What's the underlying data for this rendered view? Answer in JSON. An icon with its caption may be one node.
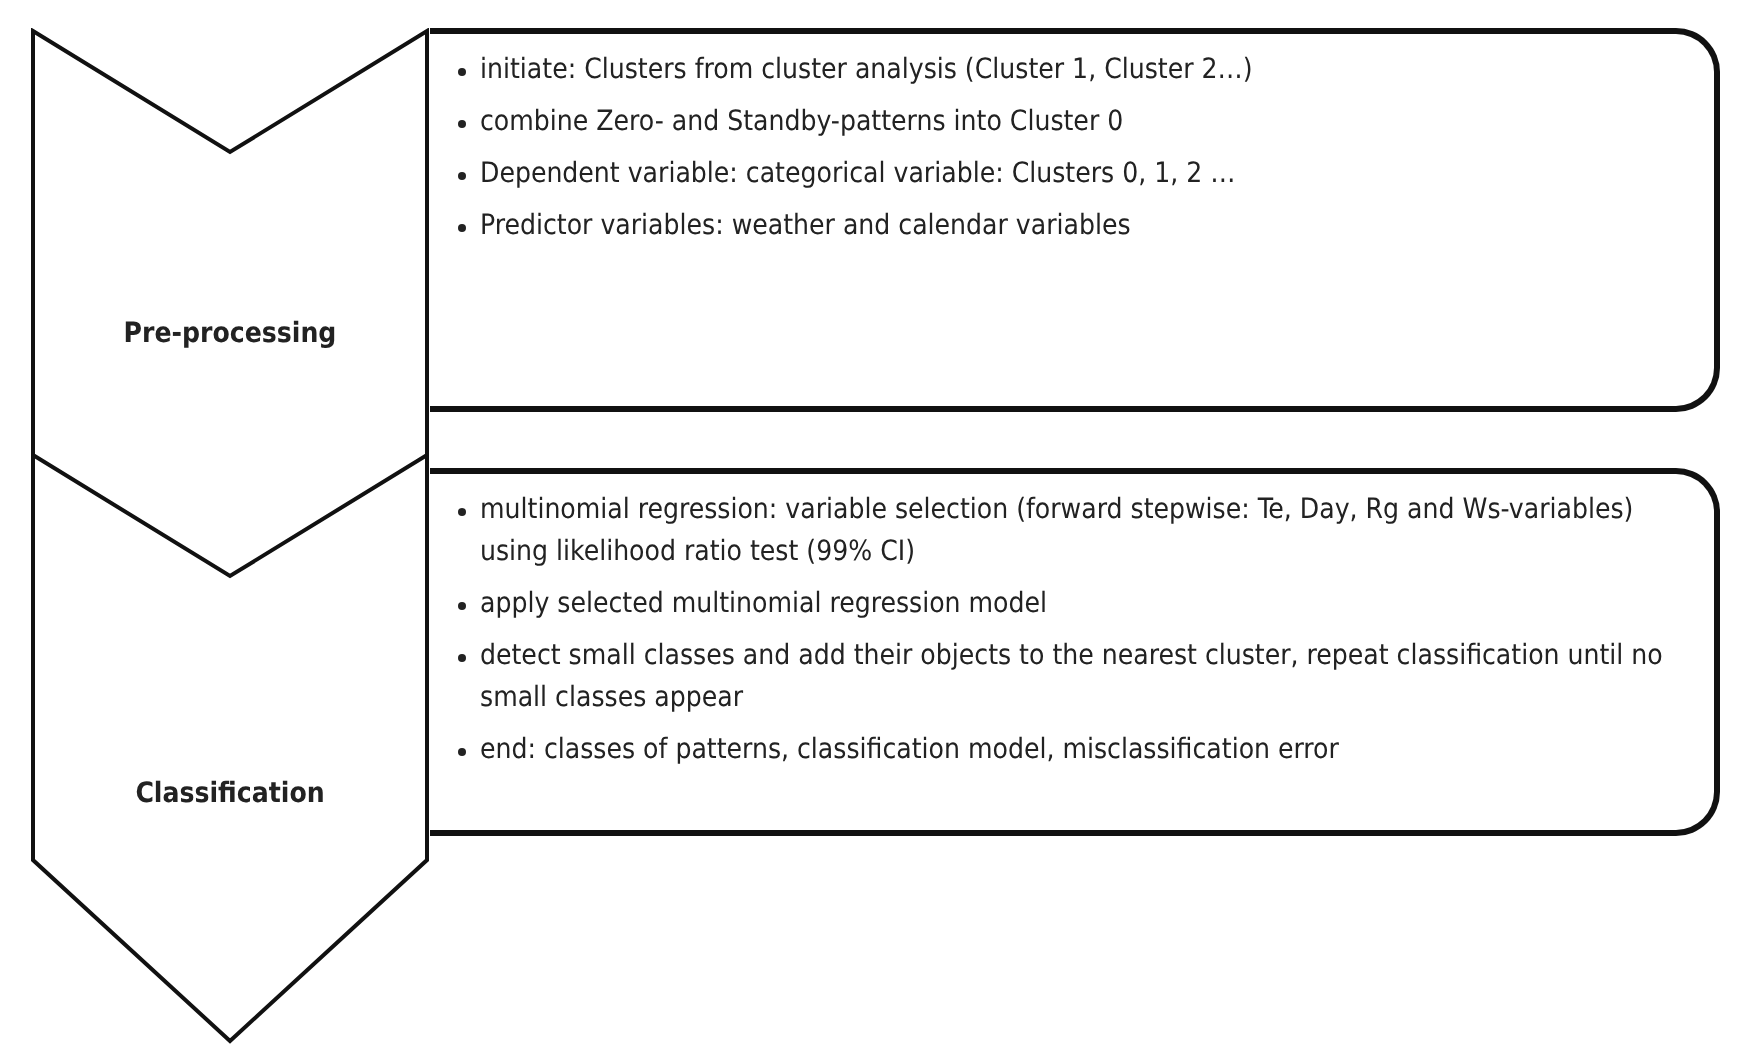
{
  "diagram": {
    "nodes": [
      {
        "text": [
          "Pre-processing"
        ]
      },
      {
        "text": [
          "initiate: Clusters from cluster analysis (Cluster 1, Cluster 2…)",
          "combine Zero- and Standby-patterns into Cluster 0",
          "Dependent variable: categorical variable: Clusters 0, 1, 2 …",
          "Predictor variables: weather and calendar variables"
        ]
      },
      {
        "text": [
          "Classification"
        ]
      },
      {
        "text": [
          "multinomial regression: variable selection (forward stepwise: Te, Day, Rg and Ws-variables) using likelihood ratio test (99% CI)",
          "apply selected multinomial regression model",
          "detect small classes and add their objects to the nearest cluster, repeat classification until no small classes appear",
          "end: classes of patterns, classification model, misclassification error"
        ]
      }
    ]
  }
}
